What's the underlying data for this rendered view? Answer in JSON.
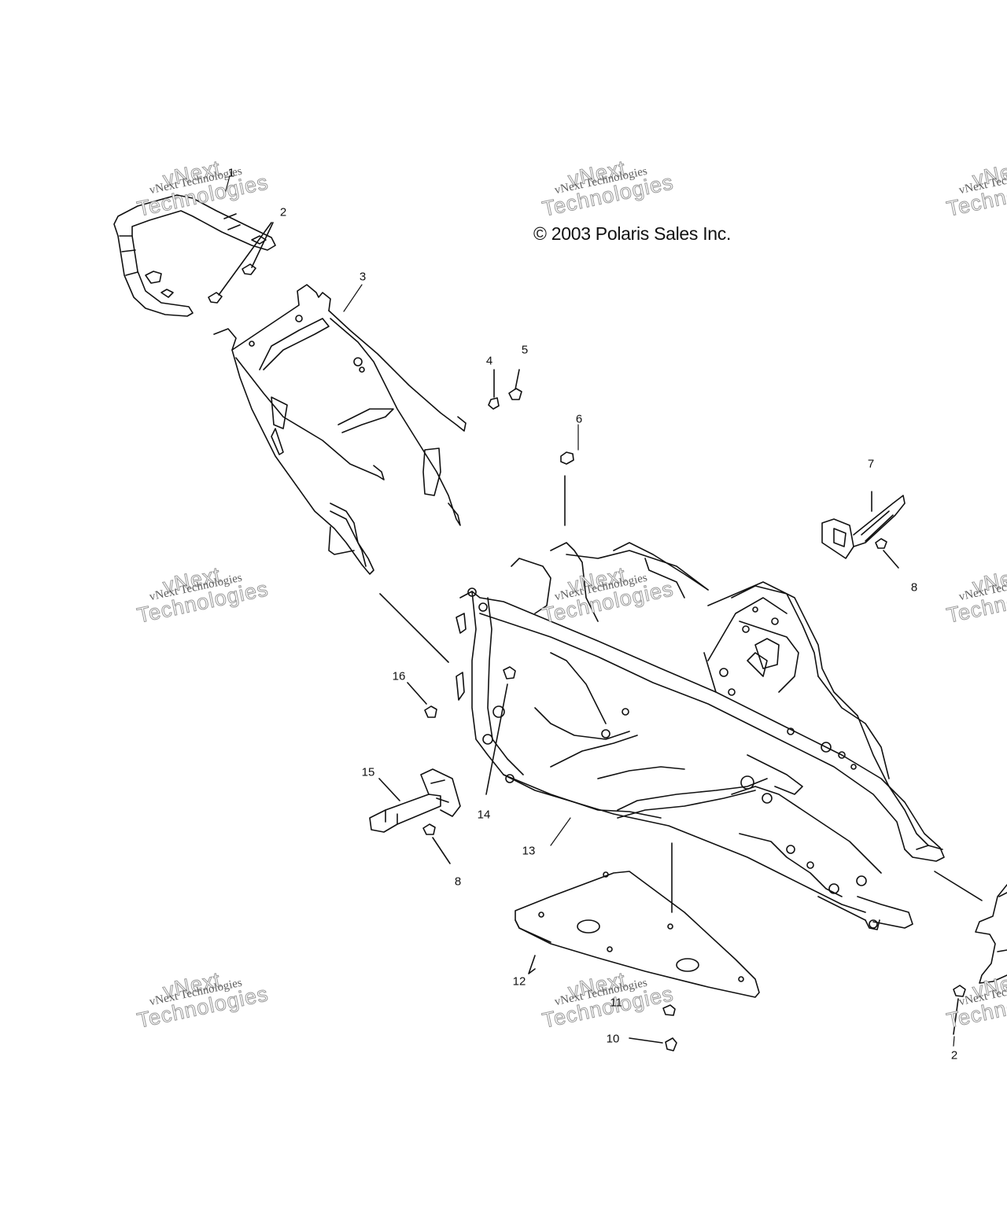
{
  "copyright": "© 2003 Polaris Sales Inc.",
  "watermark": {
    "line_small": "vNext Technologies",
    "line_top": "vNext",
    "line_bottom": "Technologies"
  },
  "callouts": [
    {
      "id": "1",
      "label": "1"
    },
    {
      "id": "2a",
      "label": "2"
    },
    {
      "id": "3",
      "label": "3"
    },
    {
      "id": "4",
      "label": "4"
    },
    {
      "id": "5",
      "label": "5"
    },
    {
      "id": "6",
      "label": "6"
    },
    {
      "id": "7",
      "label": "7"
    },
    {
      "id": "8a",
      "label": "8"
    },
    {
      "id": "16",
      "label": "16"
    },
    {
      "id": "15",
      "label": "15"
    },
    {
      "id": "14",
      "label": "14"
    },
    {
      "id": "13",
      "label": "13"
    },
    {
      "id": "8b",
      "label": "8"
    },
    {
      "id": "12",
      "label": "12"
    },
    {
      "id": "11",
      "label": "11"
    },
    {
      "id": "10",
      "label": "10"
    },
    {
      "id": "2b",
      "label": "2"
    }
  ],
  "colors": {
    "line": "#111111",
    "watermark": "#9a9a9a",
    "background": "#ffffff"
  }
}
